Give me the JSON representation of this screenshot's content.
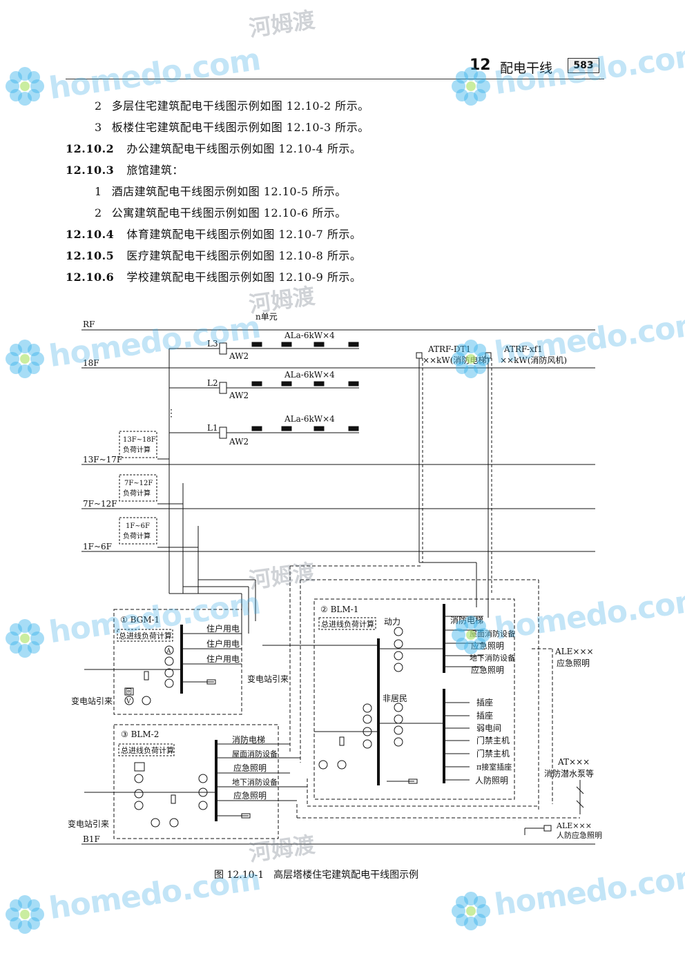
{
  "header": {
    "chapter_no": "12",
    "chapter_title": "配电干线",
    "page_badge": "583"
  },
  "lines": [
    {
      "index": "2",
      "text": "多层住宅建筑配电干线图示例如图 12.10-2 所示。"
    },
    {
      "index": "3",
      "text": "板楼住宅建筑配电干线图示例如图 12.10-3 所示。"
    },
    {
      "no": "12.10.2",
      "text": "办公建筑配电干线图示例如图 12.10-4 所示。"
    },
    {
      "no": "12.10.3",
      "text": "旅馆建筑："
    },
    {
      "index": "1",
      "text": "酒店建筑配电干线图示例如图 12.10-5 所示。"
    },
    {
      "index": "2",
      "text": "公寓建筑配电干线图示例如图 12.10-6 所示。"
    },
    {
      "no": "12.10.4",
      "text": "体育建筑配电干线图示例如图 12.10-7 所示。"
    },
    {
      "no": "12.10.5",
      "text": "医疗建筑配电干线图示例如图 12.10-8 所示。"
    },
    {
      "no": "12.10.6",
      "text": "学校建筑配电干线图示例如图 12.10-9 所示。"
    }
  ],
  "diagram": {
    "caption": "图 12.10-1　高层塔楼住宅建筑配电干线图示例",
    "unit_label": "n单元",
    "floors": [
      "RF",
      "18F",
      "13F~17F",
      "7F~12F",
      "1F~6F",
      "B1F"
    ],
    "risers": [
      {
        "name": "L3",
        "panel": "AW2",
        "load": "ALa-6kW×4"
      },
      {
        "name": "L2",
        "panel": "AW2",
        "load": "ALa-6kW×4"
      },
      {
        "name": "L1",
        "panel": "AW2",
        "load": "ALa-6kW×4"
      }
    ],
    "load_calc_boxes": [
      [
        "13F~18F",
        "负荷计算"
      ],
      [
        "7F~12F",
        "负荷计算"
      ],
      [
        "1F~6F",
        "负荷计算"
      ]
    ],
    "roof_panels": [
      [
        "ATRF-DT1",
        "××kW(消防电梯)"
      ],
      [
        "ATRF-xf1",
        "××kW(消防风机)"
      ]
    ],
    "bgm1": {
      "title": "① BGM-1",
      "subtitle": "总进线负荷计算",
      "outputs": [
        "住户用电",
        "住户用电",
        "住户用电"
      ],
      "source": "变电站引来"
    },
    "blm1": {
      "title": "② BLM-1",
      "subtitle": "总进线负荷计算",
      "group_power": "动力",
      "group_nonres": "非居民",
      "power_outputs": [
        "消防电梯",
        "屋面消防设备",
        "应急照明",
        "地下消防设备",
        "应急照明"
      ],
      "nonres_outputs": [
        "插座",
        "插座",
        "弱电间",
        "门禁主机",
        "门禁主机",
        "π接室插座",
        "人防照明"
      ],
      "source": "变电站引来"
    },
    "blm2": {
      "title": "③ BLM-2",
      "subtitle": "总进线负荷计算",
      "outputs": [
        "消防电梯",
        "屋面消防设备",
        "应急照明",
        "地下消防设备",
        "应急照明"
      ],
      "source": "变电站引来"
    },
    "right_labels": [
      [
        "ALE×××",
        "应急照明"
      ],
      [
        "AT×××",
        "消防潜水泵等"
      ],
      [
        "ALE×××",
        "人防应急照明"
      ]
    ],
    "meter_symbols": {
      "ammeter": "A",
      "voltmeter": "V",
      "meter_box": "回"
    }
  },
  "watermarks": {
    "brand": "homedo.com",
    "cn": "河姆渡"
  }
}
